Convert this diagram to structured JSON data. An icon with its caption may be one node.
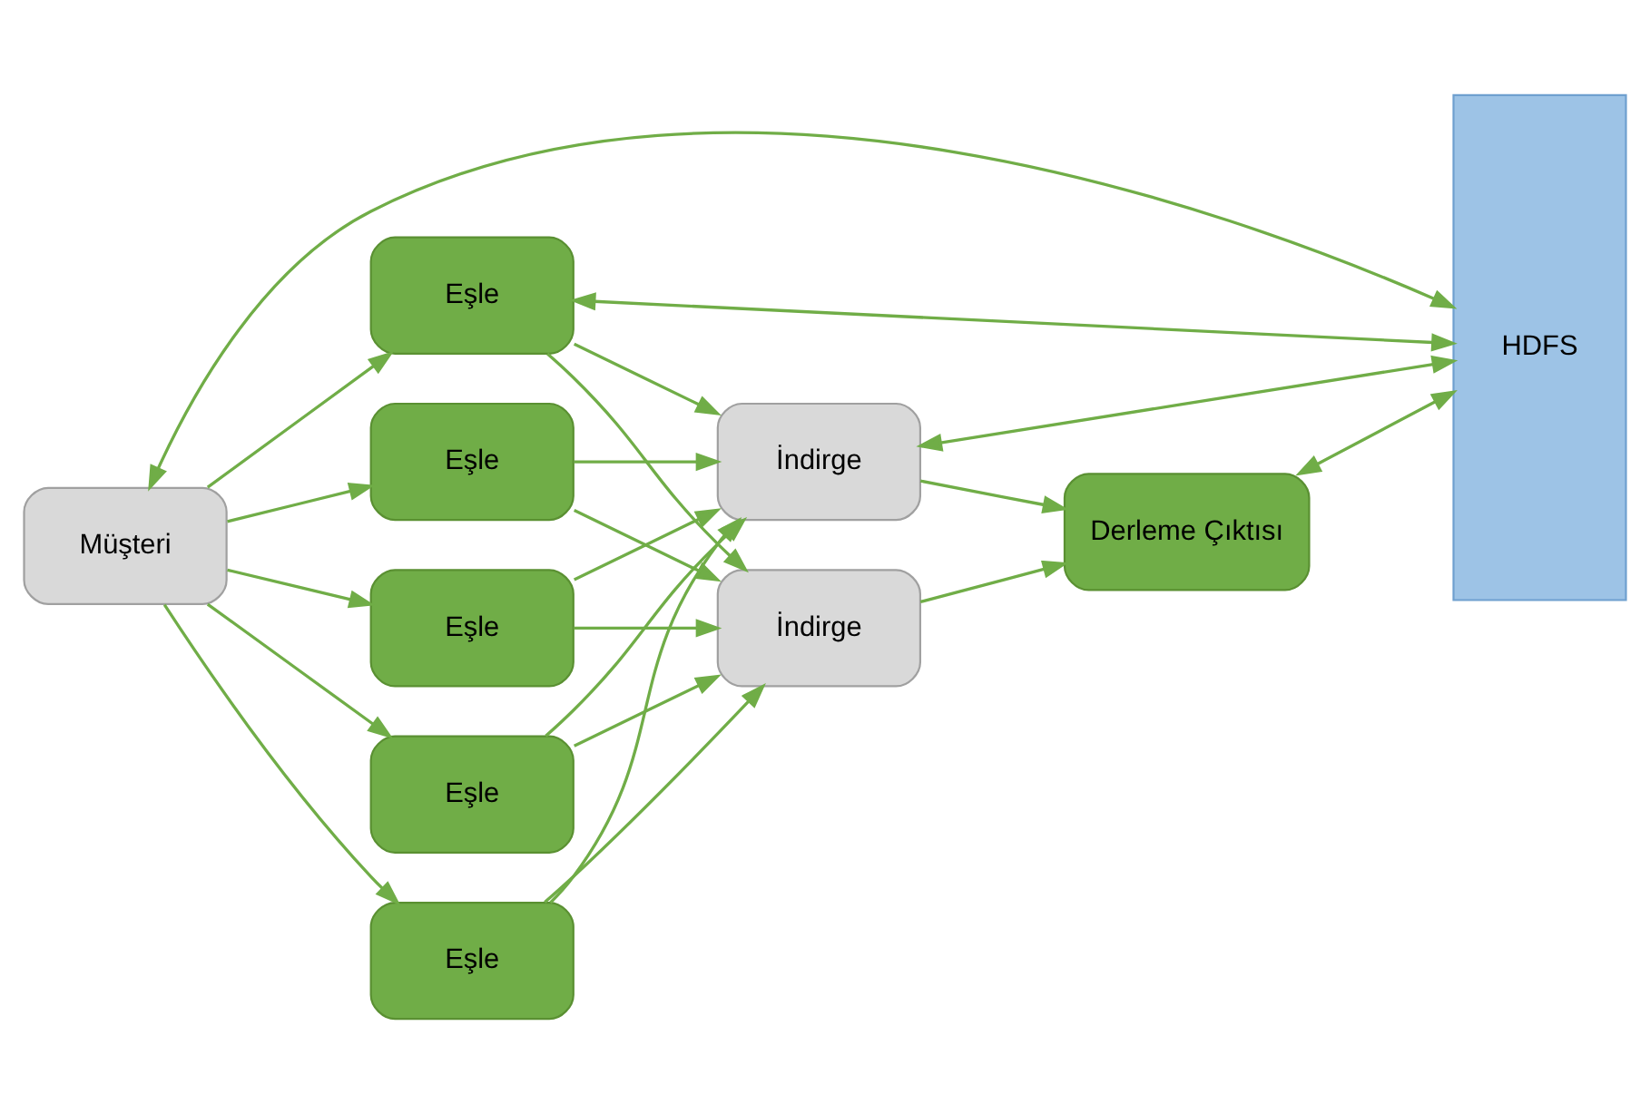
{
  "diagram": {
    "nodes": [
      {
        "text": [
          "Müşteri"
        ]
      },
      {
        "text": [
          "Eşle"
        ]
      },
      {
        "text": [
          "Eşle"
        ]
      },
      {
        "text": [
          "Eşle"
        ]
      },
      {
        "text": [
          "Eşle"
        ]
      },
      {
        "text": [
          "Eşle"
        ]
      },
      {
        "text": [
          "İndirge"
        ]
      },
      {
        "text": [
          "İndirge"
        ]
      },
      {
        "text": [
          "Derleme Çıktısı"
        ]
      },
      {
        "text": [
          "HDFS"
        ]
      }
    ],
    "edges": [
      {
        "from": 0,
        "to": 1,
        "arrow": "to"
      },
      {
        "from": 0,
        "to": 2,
        "arrow": "to"
      },
      {
        "from": 0,
        "to": 3,
        "arrow": "to"
      },
      {
        "from": 0,
        "to": 4,
        "arrow": "to"
      },
      {
        "from": 0,
        "to": 5,
        "arrow": "to"
      },
      {
        "from": 1,
        "to": 6,
        "arrow": "to"
      },
      {
        "from": 1,
        "to": 7,
        "arrow": "to"
      },
      {
        "from": 2,
        "to": 6,
        "arrow": "to"
      },
      {
        "from": 2,
        "to": 7,
        "arrow": "to"
      },
      {
        "from": 3,
        "to": 6,
        "arrow": "to"
      },
      {
        "from": 3,
        "to": 7,
        "arrow": "to"
      },
      {
        "from": 4,
        "to": 6,
        "arrow": "to"
      },
      {
        "from": 4,
        "to": 7,
        "arrow": "to"
      },
      {
        "from": 5,
        "to": 6,
        "arrow": "to"
      },
      {
        "from": 5,
        "to": 7,
        "arrow": "to"
      },
      {
        "from": 6,
        "to": 8,
        "arrow": "to"
      },
      {
        "from": 7,
        "to": 8,
        "arrow": "to"
      },
      {
        "from": 0,
        "to": 9,
        "arrow": "both"
      },
      {
        "from": 5,
        "to": 9,
        "arrow": "both"
      },
      {
        "from": 7,
        "to": 9,
        "arrow": "both"
      },
      {
        "from": 8,
        "to": 9,
        "arrow": "both"
      }
    ]
  }
}
